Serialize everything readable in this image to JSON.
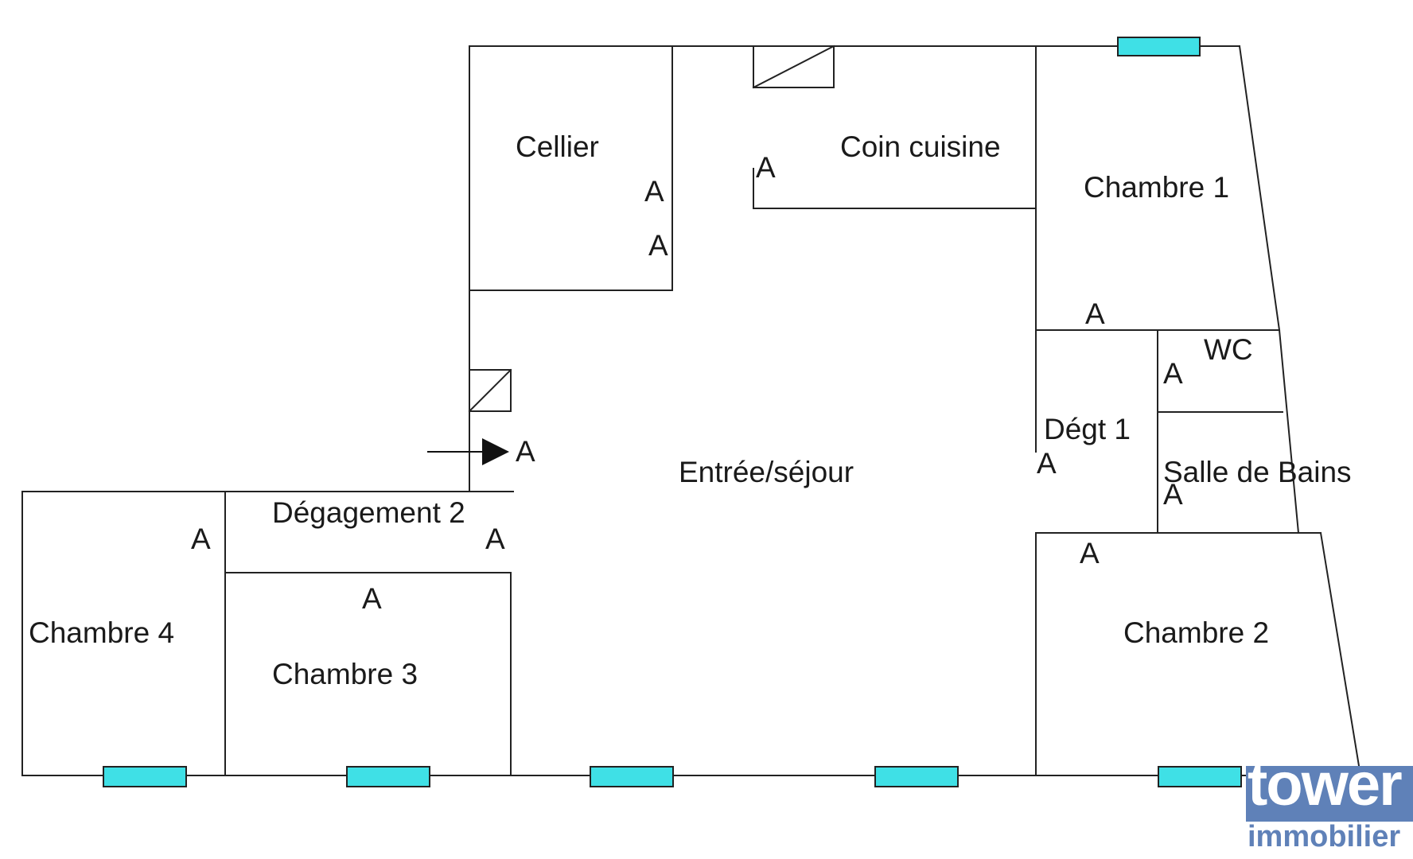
{
  "rooms": {
    "cellier": "Cellier",
    "coin_cuisine": "Coin cuisine",
    "chambre_1": "Chambre 1",
    "wc": "WC",
    "degt_1": "Dégt 1",
    "salle_de_bains": "Salle de Bains",
    "entree_sejour": "Entrée/séjour",
    "degagement_2": "Dégagement 2",
    "chambre_4": "Chambre 4",
    "chambre_3": "Chambre 3",
    "chambre_2": "Chambre 2"
  },
  "door_marker": "A",
  "logo": {
    "name": "tower",
    "subtitle": "immobilier"
  },
  "colors": {
    "window": "#3fe0e6",
    "wall": "#222222",
    "logo": "#5f81b8"
  }
}
